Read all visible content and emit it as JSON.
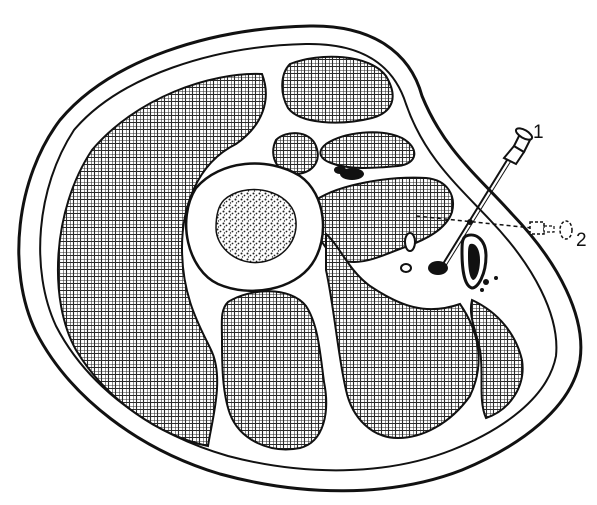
{
  "figure": {
    "labels": [
      {
        "id": "1",
        "text": "1"
      },
      {
        "id": "2",
        "text": "2"
      }
    ],
    "colors": {
      "ink": "#111111",
      "paper": "#ffffff",
      "hatch": "#2a2a2a"
    }
  }
}
